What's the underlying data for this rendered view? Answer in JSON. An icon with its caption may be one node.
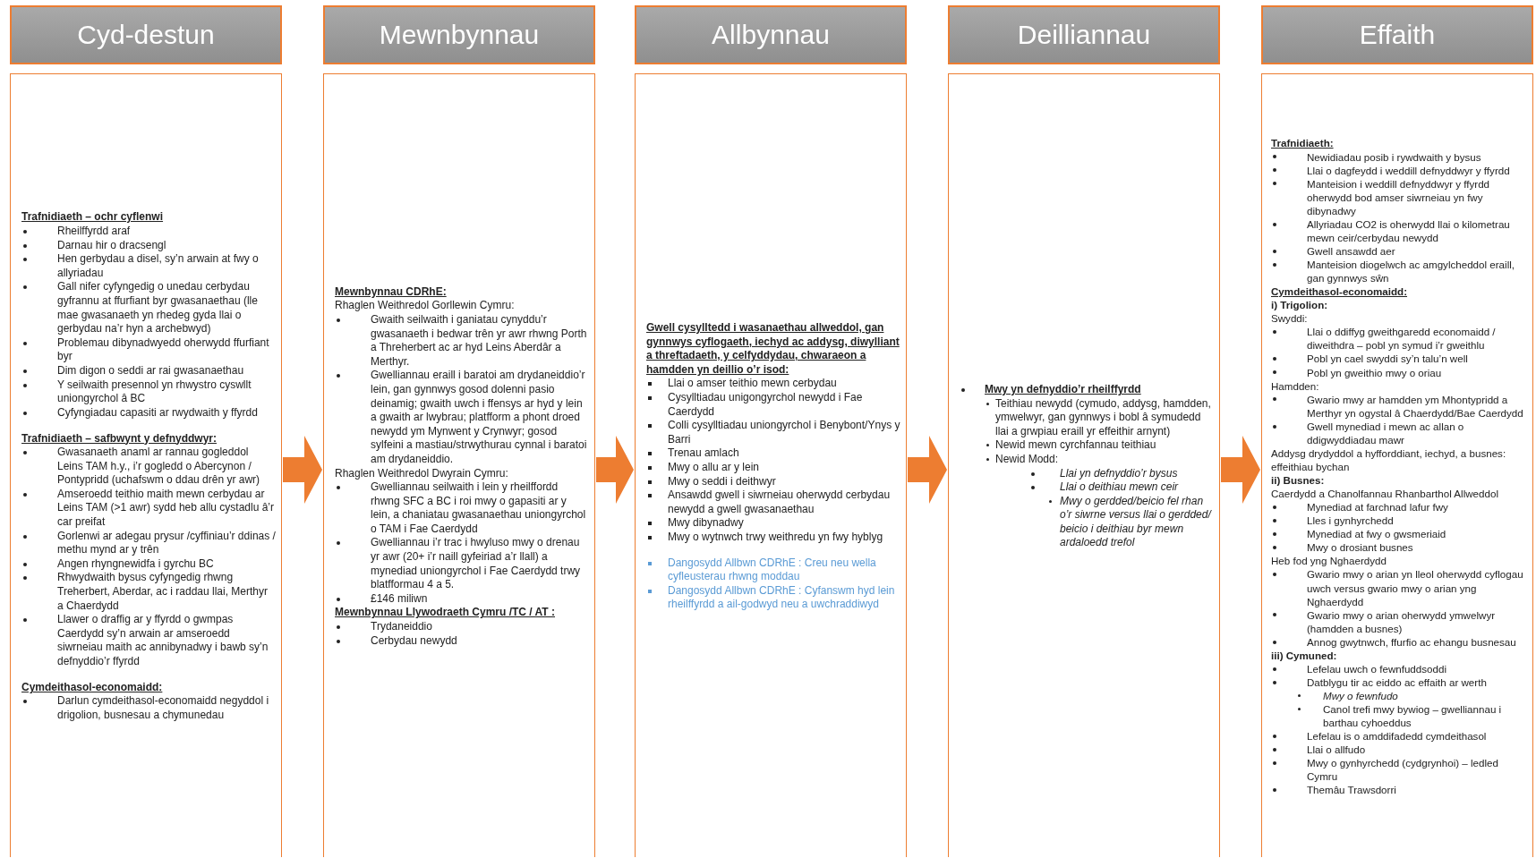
{
  "diagram": {
    "nodes": [
      {
        "text": [
          "Cyd-destun"
        ]
      },
      {
        "text": [
          "Mewnbynnau"
        ]
      },
      {
        "text": [
          "Allbynnau"
        ]
      },
      {
        "text": [
          "Deilliannau"
        ]
      },
      {
        "text": [
          "Effaith"
        ]
      },
      {
        "text": [
          "Trafnidiaeth – ochr cyflenwi",
          "Rheilffyrdd araf",
          "Darnau hir o dracsengl",
          "Hen gerbydau a disel, sy’n arwain at fwy o allyriadau",
          "Gall nifer cyfyngedig o unedau cerbydau gyfrannu at ffurfiant byr gwasanaethau (lle mae gwasanaeth yn rhedeg gyda llai o gerbydau na’r hyn a archebwyd)",
          "Problemau dibynadwyedd oherwydd ffurfiant byr",
          "Dim digon o seddi ar rai gwasanaethau",
          "Y seilwaith presennol yn rhwystro cyswllt uniongyrchol â BC",
          "Cyfyngiadau capasiti ar rwydwaith y ffyrdd",
          "Trafnidiaeth – safbwynt y defnyddwyr:",
          "Gwasanaeth anaml ar rannau gogleddol Leins TAM h.y., i’r gogledd o Abercynon / Pontypridd (uchafswm o ddau drên yr awr)",
          "Amseroedd teithio maith mewn cerbydau ar Leins TAM (>1 awr) sydd heb allu cystadlu â’r car preifat",
          "Gorlenwi ar adegau prysur /cyffiniau’r ddinas / methu mynd ar y trên",
          "Angen rhyngnewidfa i gyrchu BC",
          "Rhwydwaith bysus cyfyngedig rhwng Treherbert, Aberdar, ac i raddau llai, Merthyr a Chaerdydd",
          "Llawer o draffig ar y ffyrdd o gwmpas Caerdydd sy’n arwain ar amseroedd siwrneiau maith ac annibynadwy i bawb sy’n defnyddio’r ffyrdd",
          "Cymdeithasol-economaidd:",
          "Darlun cymdeithasol-economaidd negyddol i drigolion, busnesau a chymunedau"
        ]
      },
      {
        "text": [
          "Mewnbynnau CDRhE:",
          "Rhaglen Weithredol Gorllewin Cymru:",
          "Gwaith seilwaith i ganiatau cynyddu’r gwasanaeth i bedwar trên yr awr rhwng Porth a Threherbert ac ar hyd Leins Aberdâr a Merthyr.",
          "Gwelliannau eraill i baratoi am drydaneiddio’r lein, gan gynnwys gosod dolenni pasio deinamig; gwaith uwch i ffensys ar hyd y lein a gwaith ar lwybrau; platfform a phont droed newydd ym Mynwent y Crynwyr; gosod sylfeini a mastiau/strwythurau cynnal i baratoi am drydaneiddio.",
          "Rhaglen Weithredol Dwyrain Cymru:",
          "Gwelliannau seilwaith i lein y rheilffordd rhwng SFC a BC i roi mwy o gapasiti ar y lein, a chaniatau gwasanaethau uniongyrchol o TAM i Fae Caerdydd",
          "Gwelliannau i’r trac i hwyluso mwy o drenau yr awr (20+ i’r naill gyfeiriad a’r llall) a mynediad uniongyrchol i Fae Caerdydd trwy blatfformau 4 a 5.",
          "£146 miliwn",
          "Mewnbynnau Llywodraeth Cymru /TC / AT :",
          "Trydaneiddio",
          "Cerbydau newydd"
        ]
      },
      {
        "text": [
          "Gwell cysylltedd i wasanaethau allweddol, gan gynnwys cyflogaeth, iechyd ac addysg, diwylliant a threftadaeth, y celfyddydau, chwaraeon a hamdden yn deillio o’r isod:",
          "Llai o amser teithio mewn cerbydau",
          "Cysylltiadau unigongyrchol newydd i Fae Caerdydd",
          "Colli cysylltiadau uniongyrchol i Benybont/Ynys y Barri",
          "Trenau amlach",
          "Mwy o allu ar y lein",
          "Mwy o seddi i deithwyr",
          "Ansawdd gwell i siwrneiau oherwydd cerbydau newydd a gwell gwasanaethau",
          "Mwy dibynadwy",
          "Mwy o wytnwch trwy weithredu yn fwy hyblyg",
          "Dangosydd Allbwn CDRhE : Creu neu wella cyfleusterau rhwng moddau",
          "Dangosydd Allbwn CDRhE : Cyfanswm hyd lein rheilffyrdd a ail-godwyd neu a uwchraddiwyd"
        ]
      },
      {
        "text": [
          "Mwy yn defnyddio’r rheilffyrdd",
          "Teithiau newydd (cymudo, addysg, hamdden, ymwelwyr, gan gynnwys i bobl â symudedd llai a grwpiau eraill yr effeithir arnynt)",
          "Newid mewn cyrchfannau teithiau",
          "Newid Modd:",
          "Llai yn defnyddio’r bysus",
          "Llai o deithiau mewn ceir",
          "Mwy o gerdded/beicio fel rhan o’r siwrne versus llai o gerdded/ beicio i deithiau byr mewn ardaloedd trefol"
        ]
      },
      {
        "text": [
          "Trafnidiaeth:",
          "Newidiadau posib i rywdwaith y bysus",
          "Llai o dagfeydd i weddill defnyddwyr y ffyrdd",
          "Manteision i weddill defnyddwyr y ffyrdd oherwydd bod amser siwrneiau yn fwy dibynadwy",
          "Allyriadau CO2 is oherwydd llai o kilometrau mewn ceir/cerbydau newydd",
          "Gwell ansawdd aer",
          "Manteision diogelwch ac amgylcheddol eraill, gan gynnwys sŵn",
          "Cymdeithasol-economaidd:",
          "i) Trigolion:",
          "Swyddi:",
          "Llai o ddiffyg gweithgaredd economaidd / diweithdra – pobl yn symud i’r gweithlu",
          "Pobl yn cael swyddi sy’n talu’n well",
          "Pobl yn gweithio mwy o oriau",
          "Hamdden:",
          "Gwario mwy ar hamdden ym Mhontypridd a Merthyr yn ogystal â Chaerdydd/Bae Caerdydd",
          "Gwell mynediad i mewn ac allan o ddigwyddiadau mawr",
          "Addysg drydyddol a hyfforddiant, iechyd, a busnes: effeithiau bychan",
          "ii) Busnes:",
          "Caerdydd a Chanolfannau Rhanbarthol Allweddol",
          "Mynediad at farchnad lafur fwy",
          "Lles i gynhyrchedd",
          "Mynediad at fwy o gwsmeriaid",
          "Mwy o drosiant busnes",
          "Heb fod yng Nghaerdydd",
          "Gwario mwy o arian yn lleol oherwydd cyflogau uwch versus gwario mwy o arian yng Nghaerdydd",
          "Gwario mwy o arian oherwydd ymwelwyr (hamdden a busnes)",
          "Annog gwytnwch, ffurfio ac ehangu busnesau",
          "iii) Cymuned:",
          "Lefelau uwch o fewnfuddsoddi",
          "Datblygu tir ac eiddo ac effaith ar werth",
          "Mwy o fewnfudo",
          "Canol trefi mwy bywiog – gwelliannau i barthau cyhoeddus",
          "Lefelau is o amddifadedd cymdeithasol",
          "Llai o allfudo",
          "Mwy o gynhyrchedd (cydgrynhoi) – ledled Cymru",
          "Themâu Trawsdorri"
        ]
      }
    ],
    "edges": [
      {
        "from": 5,
        "to": 6,
        "arrow": "to"
      },
      {
        "from": 6,
        "to": 7,
        "arrow": "to"
      },
      {
        "from": 7,
        "to": 8,
        "arrow": "to"
      },
      {
        "from": 8,
        "to": 9,
        "arrow": "to"
      }
    ]
  }
}
